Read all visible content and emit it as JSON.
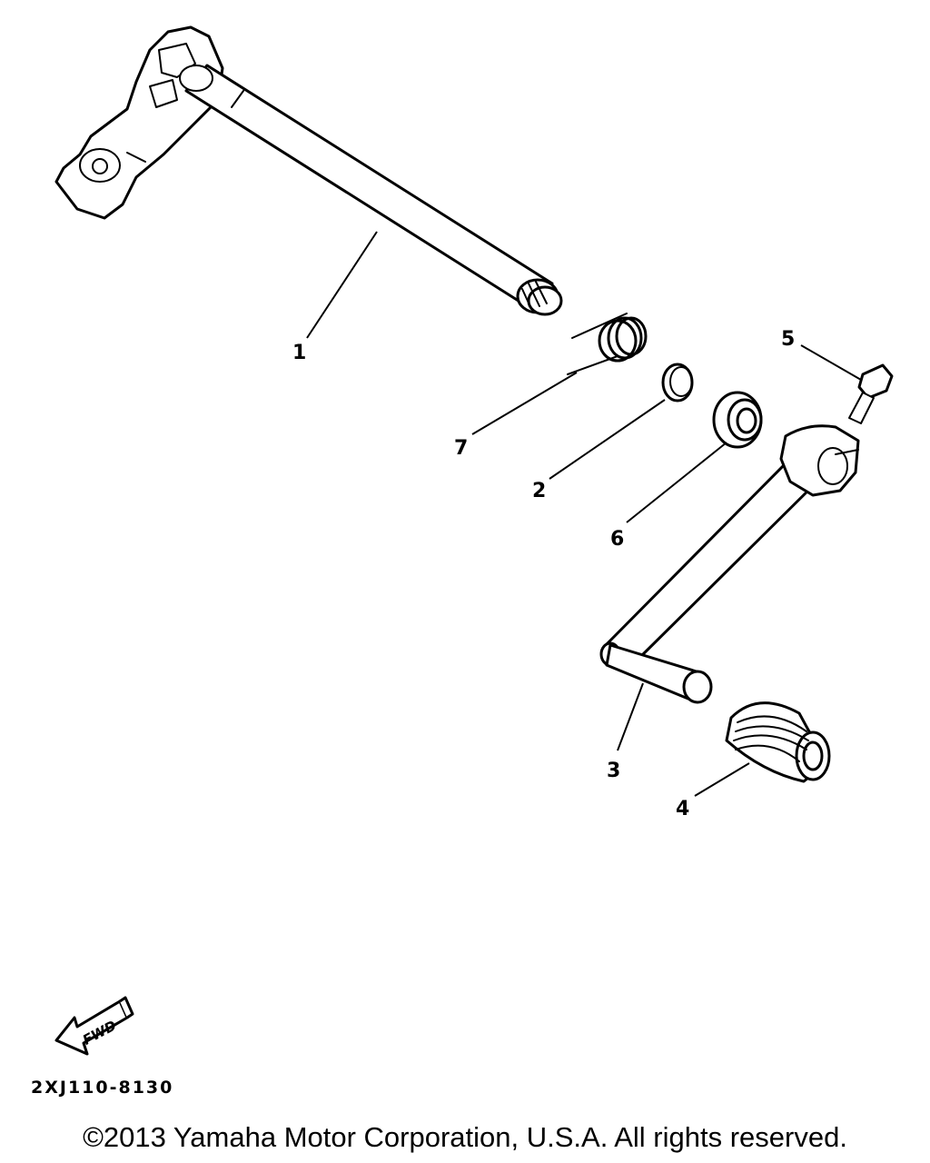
{
  "diagram": {
    "callouts": [
      "1",
      "2",
      "3",
      "4",
      "5",
      "6",
      "7"
    ],
    "fwd_label": "FWD",
    "drawing_code": "2XJ110-8130",
    "copyright": "©2013 Yamaha Motor Corporation, U.S.A. All rights reserved."
  }
}
